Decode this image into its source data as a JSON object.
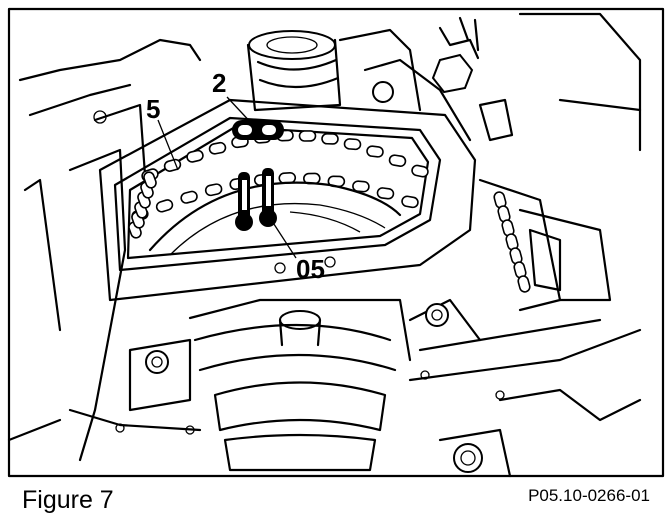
{
  "figure": {
    "caption": "Figure 7",
    "reference": "P05.10-0266-01",
    "callouts": {
      "label_2": "2",
      "label_5": "5",
      "label_05": "05"
    }
  }
}
